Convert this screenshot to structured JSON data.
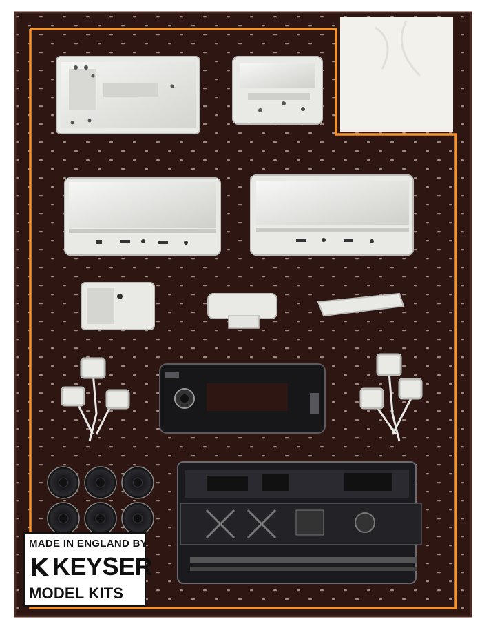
{
  "logo": {
    "line1": "MADE IN ENGLAND BY",
    "brand": "KEYSER",
    "line3": "MODEL KITS"
  },
  "colors": {
    "card": "#2e1612",
    "frame": "#f2932e",
    "casting": "#e9e9e6",
    "plastic": "#17171a",
    "background": "#ffffff"
  }
}
